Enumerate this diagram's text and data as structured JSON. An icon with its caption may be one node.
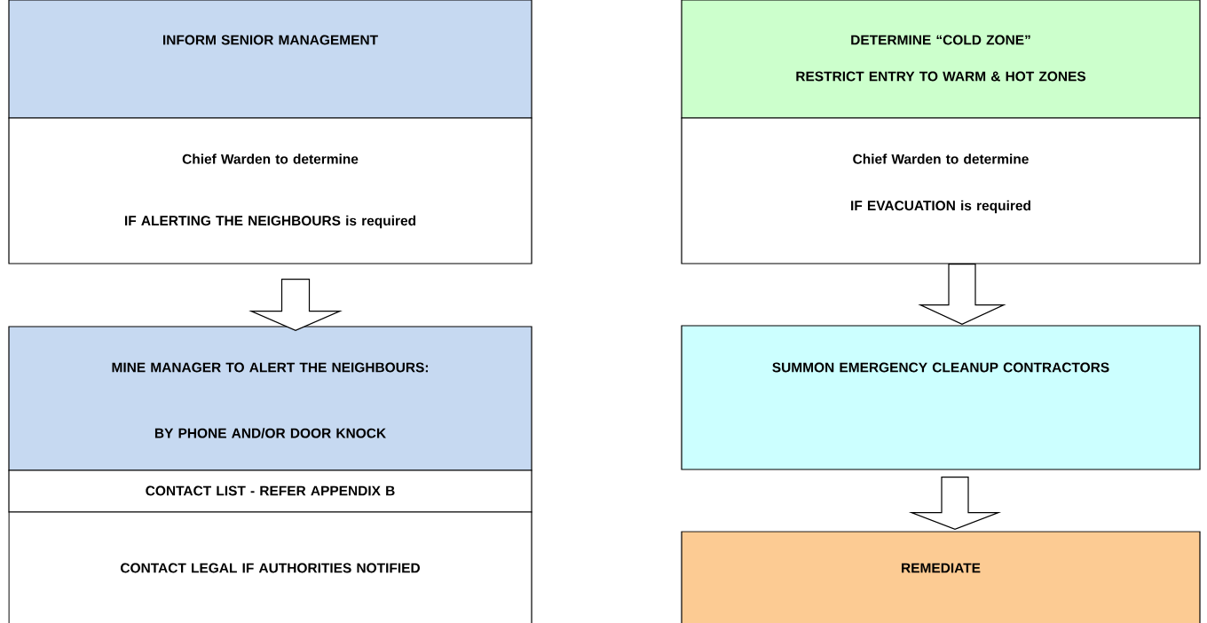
{
  "diagram": {
    "nodes": [
      {
        "text": [
          "INFORM SENIOR MANAGEMENT"
        ]
      },
      {
        "text": [
          "Chief Warden to determine",
          "IF ALERTING THE NEIGHBOURS is required"
        ]
      },
      {
        "text": [
          "MINE MANAGER TO ALERT THE NEIGHBOURS:",
          "BY PHONE AND/OR DOOR KNOCK"
        ]
      },
      {
        "text": [
          "CONTACT LIST - REFER APPENDIX B"
        ]
      },
      {
        "text": [
          "CONTACT LEGAL IF AUTHORITIES NOTIFIED"
        ]
      },
      {
        "text": [
          "DETERMINE “COLD ZONE”",
          "RESTRICT ENTRY TO WARM & HOT ZONES"
        ]
      },
      {
        "text": [
          "Chief Warden to determine",
          "IF EVACUATION is required"
        ]
      },
      {
        "text": [
          "SUMMON EMERGENCY CLEANUP CONTRACTORS"
        ]
      },
      {
        "text": [
          "REMEDIATE"
        ]
      }
    ],
    "edges": [
      {
        "from": 1,
        "to": 2,
        "arrow": "to"
      },
      {
        "from": 6,
        "to": 7,
        "arrow": "to"
      },
      {
        "from": 7,
        "to": 8,
        "arrow": "to"
      }
    ]
  }
}
